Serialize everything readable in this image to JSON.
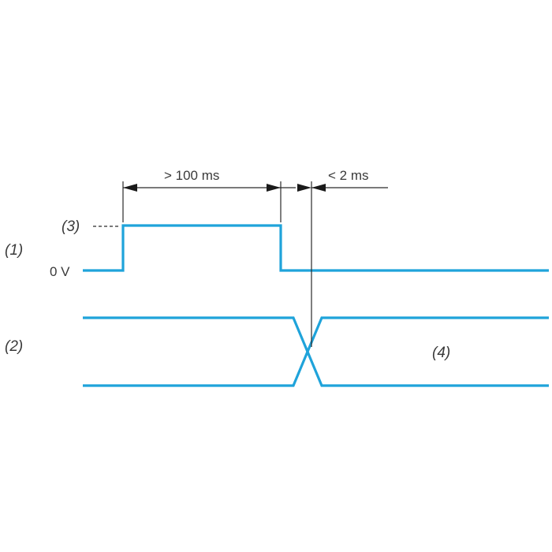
{
  "labels": {
    "signal_1": "(1)",
    "signal_2": "(2)",
    "level_3": "(3)",
    "zero_volt": "0 V",
    "region_4": "(4)",
    "pulse_width": "> 100 ms",
    "switch_time": "< 2 ms"
  },
  "colors": {
    "signal": "#1fa3da",
    "dimension": "#2a2a2a",
    "text": "#3a3a3a"
  }
}
